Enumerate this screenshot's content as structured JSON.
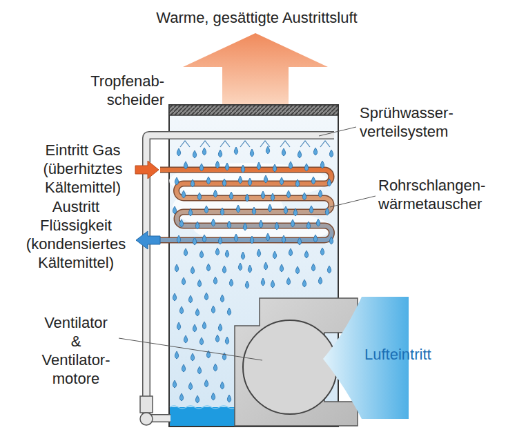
{
  "diagram": {
    "labels": [
      "Warme, gesättigte Austrittsluft",
      "Tropfenab- scheider",
      "Sprühwasser- verteilsystem",
      "Eintritt Gas (überhitztes Kältemittel)",
      "Rohrschlangen- wärmetauscher",
      "Austritt Flüssigkeit (kondensiertes Kältemittel)",
      "Ventilator & Ventilator- motore",
      "Lufteintritt"
    ]
  }
}
